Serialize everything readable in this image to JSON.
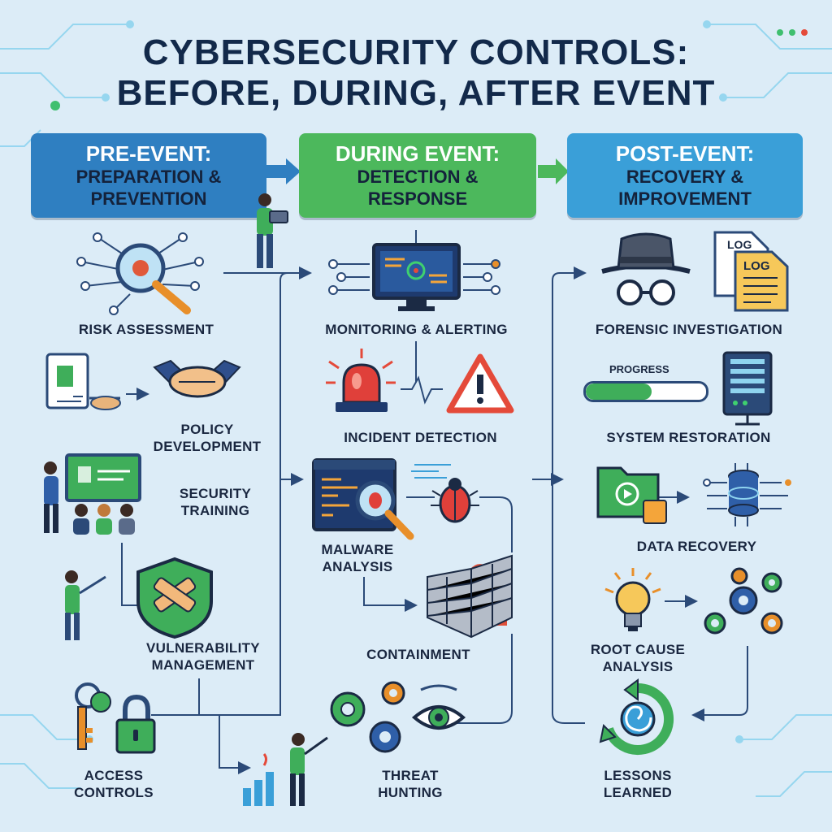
{
  "title_line1": "CYBERSECURITY CONTROLS:",
  "title_line2": "BEFORE, DURING, AFTER EVENT",
  "colors": {
    "pre_event": "#2f7fc1",
    "during_event": "#4cb85c",
    "post_event": "#3a9fd8",
    "background": "#dcecf7",
    "flow_line": "#2b4a78"
  },
  "phases": {
    "pre": {
      "title": "PRE-EVENT:",
      "subtitle_line1": "PREPARATION &",
      "subtitle_line2": "PREVENTION"
    },
    "during": {
      "title": "DURING EVENT:",
      "subtitle_line1": "DETECTION &",
      "subtitle_line2": "RESPONSE"
    },
    "post": {
      "title": "POST-EVENT:",
      "subtitle_line1": "RECOVERY &",
      "subtitle_line2": "IMPROVEMENT"
    }
  },
  "pre_items": {
    "risk": {
      "label": "RISK ASSESSMENT",
      "icon": "magnifier-network-icon"
    },
    "policy": {
      "line1": "POLICY",
      "line2": "DEVELOPMENT",
      "icon": "handshake-document-icon"
    },
    "training": {
      "line1": "SECURITY",
      "line2": "TRAINING",
      "icon": "classroom-icon"
    },
    "vuln": {
      "line1": "VULNERABILITY",
      "line2": "MANAGEMENT",
      "icon": "shield-patch-icon"
    },
    "access": {
      "line1": "ACCESS",
      "line2": "CONTROLS",
      "icon": "keys-padlock-icon"
    }
  },
  "during_items": {
    "monitoring": {
      "label": "MONITORING & ALERTING",
      "icon": "monitor-radar-icon"
    },
    "incident": {
      "label": "INCIDENT DETECTION",
      "icon": "siren-warning-icon"
    },
    "malware": {
      "line1": "MALWARE",
      "line2": "ANALYSIS",
      "icon": "code-bug-icon"
    },
    "containment": {
      "label": "CONTAINMENT",
      "icon": "firewall-icon"
    },
    "hunting": {
      "line1": "THREAT",
      "line2": "HUNTING",
      "icon": "gears-eye-icon"
    }
  },
  "post_items": {
    "forensic": {
      "label": "FORENSIC INVESTIGATION",
      "icon": "detective-log-icon",
      "log_text_1": "LOG",
      "log_text_2": "LOG"
    },
    "restoration": {
      "label": "SYSTEM RESTORATION",
      "icon": "server-progress-icon",
      "progress_label": "PROGRESS",
      "progress_fraction": 0.55
    },
    "recovery": {
      "label": "DATA RECOVERY",
      "icon": "folder-database-icon"
    },
    "root_cause": {
      "line1": "ROOT CAUSE",
      "line2": "ANALYSIS",
      "icon": "lightbulb-gears-icon"
    },
    "lessons": {
      "line1": "LESSONS",
      "line2": "LEARNED",
      "icon": "cycle-arrows-icon"
    }
  }
}
